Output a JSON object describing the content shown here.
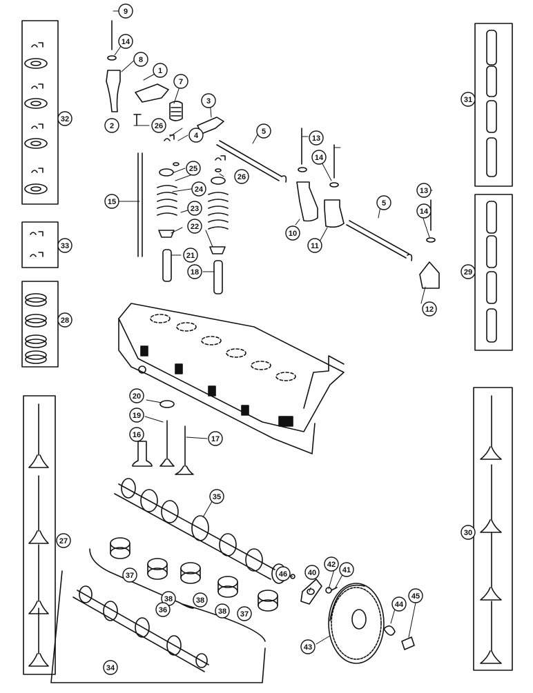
{
  "diagram": {
    "callouts": {
      "c1": "1",
      "c2": "2",
      "c3": "3",
      "c4": "4",
      "c5a": "5",
      "c5b": "5",
      "c7": "7",
      "c8": "8",
      "c9": "9",
      "c10": "10",
      "c11": "11",
      "c12": "12",
      "c13a": "13",
      "c13b": "13",
      "c14a": "14",
      "c14b": "14",
      "c14c": "14",
      "c15": "15",
      "c16": "16",
      "c17": "17",
      "c18": "18",
      "c19": "19",
      "c20": "20",
      "c21": "21",
      "c22": "22",
      "c23": "23",
      "c24": "24",
      "c25": "25",
      "c26a": "26",
      "c26b": "26",
      "c27": "27",
      "c28": "28",
      "c29": "29",
      "c30": "30",
      "c31": "31",
      "c32": "32",
      "c33": "33",
      "c34": "34",
      "c35": "35",
      "c36": "36",
      "c37a": "37",
      "c37b": "37",
      "c38a": "38",
      "c38b": "38",
      "c38c": "38",
      "c40": "40",
      "c41": "41",
      "c42": "42",
      "c43": "43",
      "c44": "44",
      "c45": "45",
      "c46": "46"
    }
  }
}
